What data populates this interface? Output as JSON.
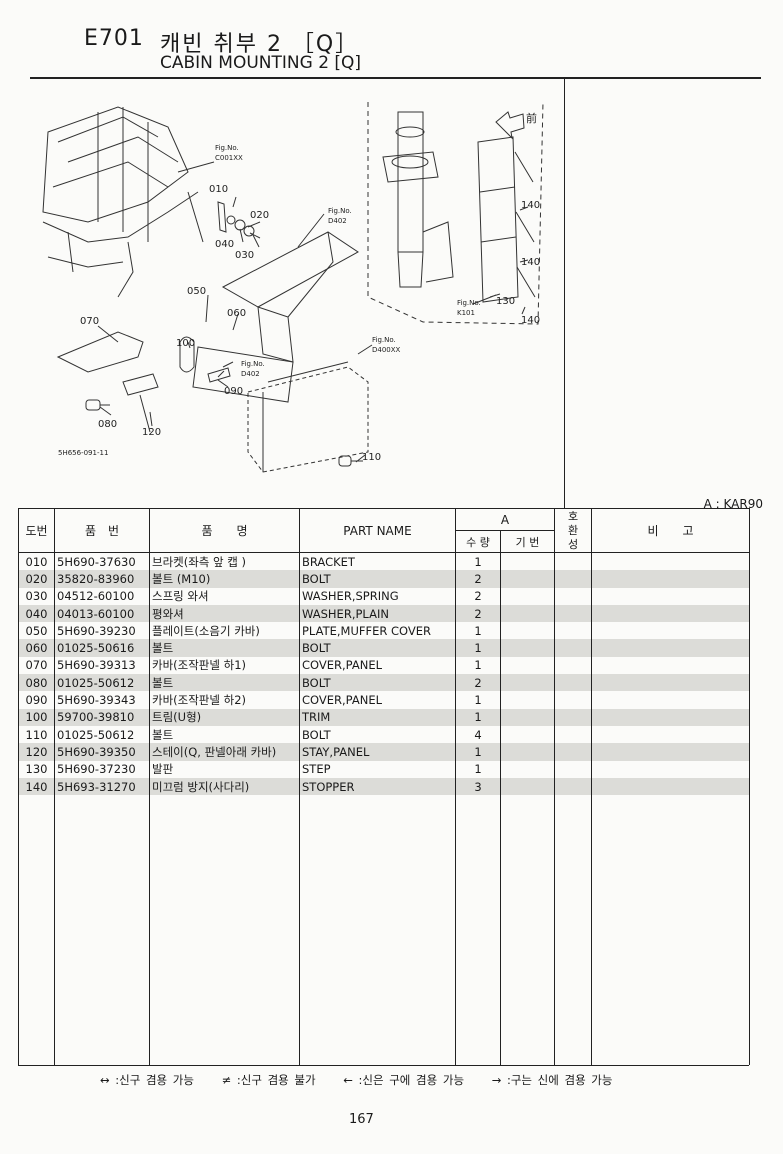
{
  "header": {
    "code": "E701",
    "title_ko": "캐빈 취부 2 ［Q］",
    "title_en": "CABIN MOUNTING 2 [Q]"
  },
  "diagram": {
    "fig_refs": [
      "Fig.No.",
      "C001XX",
      "Fig.No.",
      "D402",
      "Fig.No.",
      "D402",
      "Fig.No.",
      "D400XX",
      "Fig.No.",
      "K101"
    ],
    "callouts": [
      "010",
      "020",
      "030",
      "040",
      "050",
      "060",
      "070",
      "080",
      "090",
      "100",
      "110",
      "120",
      "130",
      "140",
      "140",
      "140"
    ],
    "front_mark": "前",
    "drawing_no": "5H656-091-11"
  },
  "model_note": "A : KAR90",
  "table": {
    "headers": {
      "ref": "도번",
      "part_no": "품　번",
      "name_ko": "품　　명",
      "part_name": "PART NAME",
      "group": "A",
      "qty": "수 량",
      "spec": "기 번",
      "compat": "호환성",
      "remarks": "비　　고"
    },
    "rows": [
      {
        "ref": "010",
        "part_no": "5H690-37630",
        "name_ko": "브라켓(좌측 앞 캡 )",
        "part_name": "BRACKET",
        "qty": "1"
      },
      {
        "ref": "020",
        "part_no": "35820-83960",
        "name_ko": "볼트 (M10)",
        "part_name": "BOLT",
        "qty": "2"
      },
      {
        "ref": "030",
        "part_no": "04512-60100",
        "name_ko": "스프링 와셔",
        "part_name": "WASHER,SPRING",
        "qty": "2"
      },
      {
        "ref": "040",
        "part_no": "04013-60100",
        "name_ko": "평와셔",
        "part_name": "WASHER,PLAIN",
        "qty": "2"
      },
      {
        "ref": "050",
        "part_no": "5H690-39230",
        "name_ko": "플레이트(소음기 카바)",
        "part_name": "PLATE,MUFFER COVER",
        "qty": "1"
      },
      {
        "ref": "060",
        "part_no": "01025-50616",
        "name_ko": "볼트",
        "part_name": "BOLT",
        "qty": "1"
      },
      {
        "ref": "070",
        "part_no": "5H690-39313",
        "name_ko": "카바(조작판넬 하1)",
        "part_name": "COVER,PANEL",
        "qty": "1"
      },
      {
        "ref": "080",
        "part_no": "01025-50612",
        "name_ko": "볼트",
        "part_name": "BOLT",
        "qty": "2"
      },
      {
        "ref": "090",
        "part_no": "5H690-39343",
        "name_ko": "카바(조작판넬 하2)",
        "part_name": "COVER,PANEL",
        "qty": "1"
      },
      {
        "ref": "100",
        "part_no": "59700-39810",
        "name_ko": "트림(U형)",
        "part_name": "TRIM",
        "qty": "1"
      },
      {
        "ref": "110",
        "part_no": "01025-50612",
        "name_ko": "볼트",
        "part_name": "BOLT",
        "qty": "4"
      },
      {
        "ref": "120",
        "part_no": "5H690-39350",
        "name_ko": "스테이(Q, 판넬아래 카바)",
        "part_name": "STAY,PANEL",
        "qty": "1"
      },
      {
        "ref": "130",
        "part_no": "5H690-37230",
        "name_ko": "발판",
        "part_name": "STEP",
        "qty": "1"
      },
      {
        "ref": "140",
        "part_no": "5H693-31270",
        "name_ko": "미끄럼 방지(사다리)",
        "part_name": "STOPPER",
        "qty": "3"
      }
    ]
  },
  "legend": [
    "↔ :신구 겸용 가능",
    "≠ :신구 겸용 불가",
    "← :신은 구에 겸용 가능",
    "→ :구는 신에 겸용 가능"
  ],
  "page_number": "167"
}
